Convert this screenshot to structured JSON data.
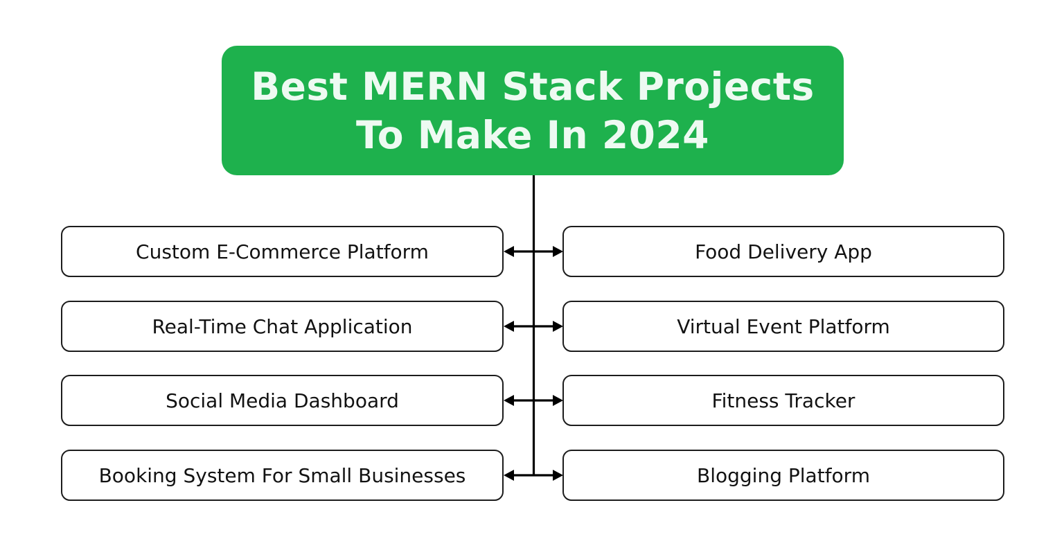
{
  "header": {
    "line1": "Best MERN Stack Projects",
    "line2": "To Make In 2024"
  },
  "rows": [
    {
      "left": "Custom E-Commerce Platform",
      "right": "Food Delivery App"
    },
    {
      "left": "Real-Time Chat Application",
      "right": "Virtual Event Platform"
    },
    {
      "left": "Social Media Dashboard",
      "right": "Fitness Tracker"
    },
    {
      "left": "Booking System For Small Businesses",
      "right": "Blogging Platform"
    }
  ],
  "colors": {
    "background": "#ffffff",
    "accent_green": "#1eb14d",
    "header_text": "#eefaf2",
    "box_background": "#ffffff",
    "box_border": "#1c1c1c",
    "box_text": "#121212",
    "connector": "#000000"
  }
}
